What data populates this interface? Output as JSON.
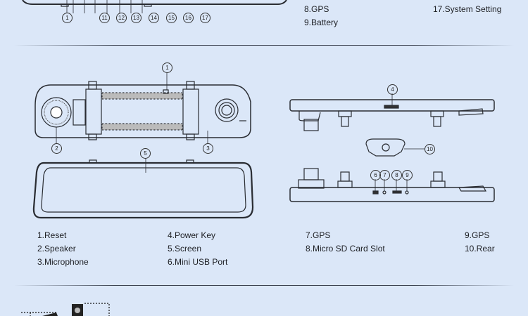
{
  "top_section": {
    "callouts": [
      "1",
      "11",
      "12",
      "13",
      "14",
      "15",
      "16",
      "17"
    ],
    "legend": {
      "col1": [
        "8.GPS",
        "9.Battery"
      ],
      "col2": [
        "17.System Setting"
      ]
    }
  },
  "middle_section": {
    "callouts": {
      "reset": "1",
      "speaker": "2",
      "microphone": "3",
      "power_key": "4",
      "screen": "5",
      "usb": "6",
      "gps": "7",
      "sd": "8",
      "gps2": "9",
      "rear": "10"
    },
    "legend": {
      "col1": [
        "1.Reset",
        "2.Speaker",
        "3.Microphone"
      ],
      "col2": [
        "4.Power Key",
        "5.Screen",
        "6.Mini USB Port"
      ],
      "col3": [
        "7.GPS",
        "8.Micro SD Card Slot"
      ],
      "col4": [
        "9.GPS",
        "10.Rear"
      ]
    }
  }
}
